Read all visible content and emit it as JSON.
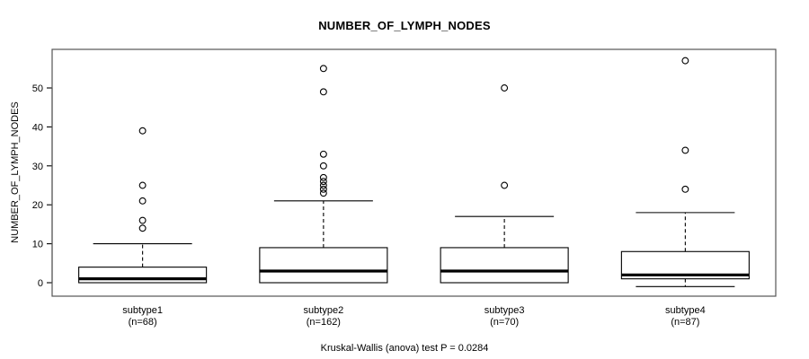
{
  "chart_data": {
    "type": "box",
    "title": "NUMBER_OF_LYMPH_NODES",
    "xlabel": "",
    "ylabel": "NUMBER_OF_LYMPH_NODES",
    "ylim": [
      -2,
      58
    ],
    "yticks": [
      0,
      10,
      20,
      30,
      40,
      50
    ],
    "ytick_labels": [
      "0",
      "10",
      "20",
      "30",
      "40",
      "50"
    ],
    "grid": false,
    "legend": null,
    "categories": [
      "subtype1",
      "subtype2",
      "subtype3",
      "subtype4"
    ],
    "category_counts": [
      "(n=68)",
      "(n=162)",
      "(n=70)",
      "(n=87)"
    ],
    "boxes": [
      {
        "name": "subtype1",
        "n": 68,
        "whisker_low": 0,
        "q1": 0,
        "median": 1,
        "q3": 4,
        "whisker_high": 10,
        "outliers": [
          39,
          25,
          21,
          16,
          14
        ]
      },
      {
        "name": "subtype2",
        "n": 162,
        "whisker_low": 0,
        "q1": 0,
        "median": 3,
        "q3": 9,
        "whisker_high": 21,
        "outliers": [
          55,
          49,
          33,
          30,
          27,
          26,
          25,
          24,
          23
        ]
      },
      {
        "name": "subtype3",
        "n": 70,
        "whisker_low": 0,
        "q1": 0,
        "median": 3,
        "q3": 9,
        "whisker_high": 17,
        "outliers": [
          50,
          25
        ]
      },
      {
        "name": "subtype4",
        "n": 87,
        "whisker_low": -1,
        "q1": 1,
        "median": 2,
        "q3": 8,
        "whisker_high": 18,
        "outliers": [
          57,
          34,
          24
        ]
      }
    ],
    "footnote": "Kruskal-Wallis (anova) test P = 0.0284",
    "colors": {
      "frame": "#555555",
      "box_line": "#000000",
      "median_line": "#000000",
      "outlier_stroke": "#000000",
      "background": "#ffffff"
    }
  }
}
